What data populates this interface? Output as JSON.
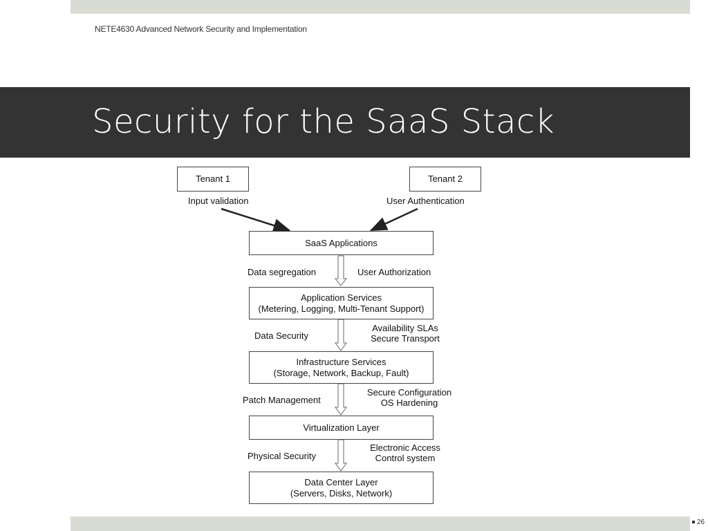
{
  "header": {
    "course": "NETE4630 Advanced Network Security and Implementation"
  },
  "title": "Security for the SaaS Stack",
  "page_number": "26",
  "diagram": {
    "tenant1": "Tenant 1",
    "tenant2": "Tenant 2",
    "tenant1_label": "Input validation",
    "tenant2_label": "User Authentication",
    "layers": [
      {
        "lines": [
          "SaaS Applications"
        ]
      },
      {
        "lines": [
          "Application Services",
          "(Metering, Logging, Multi-Tenant Support)"
        ]
      },
      {
        "lines": [
          "Infrastructure Services",
          "(Storage, Network, Backup, Fault)"
        ]
      },
      {
        "lines": [
          "Virtualization Layer"
        ]
      },
      {
        "lines": [
          "Data Center Layer",
          "(Servers, Disks, Network)"
        ]
      }
    ],
    "left_labels": [
      "Data segregation",
      "Data Security",
      "Patch Management",
      "Physical Security"
    ],
    "right_labels": [
      [
        "User Authorization"
      ],
      [
        "Availability SLAs",
        "Secure Transport"
      ],
      [
        "Secure Configuration",
        "OS Hardening"
      ],
      [
        "Electronic Access",
        "Control system"
      ]
    ]
  }
}
